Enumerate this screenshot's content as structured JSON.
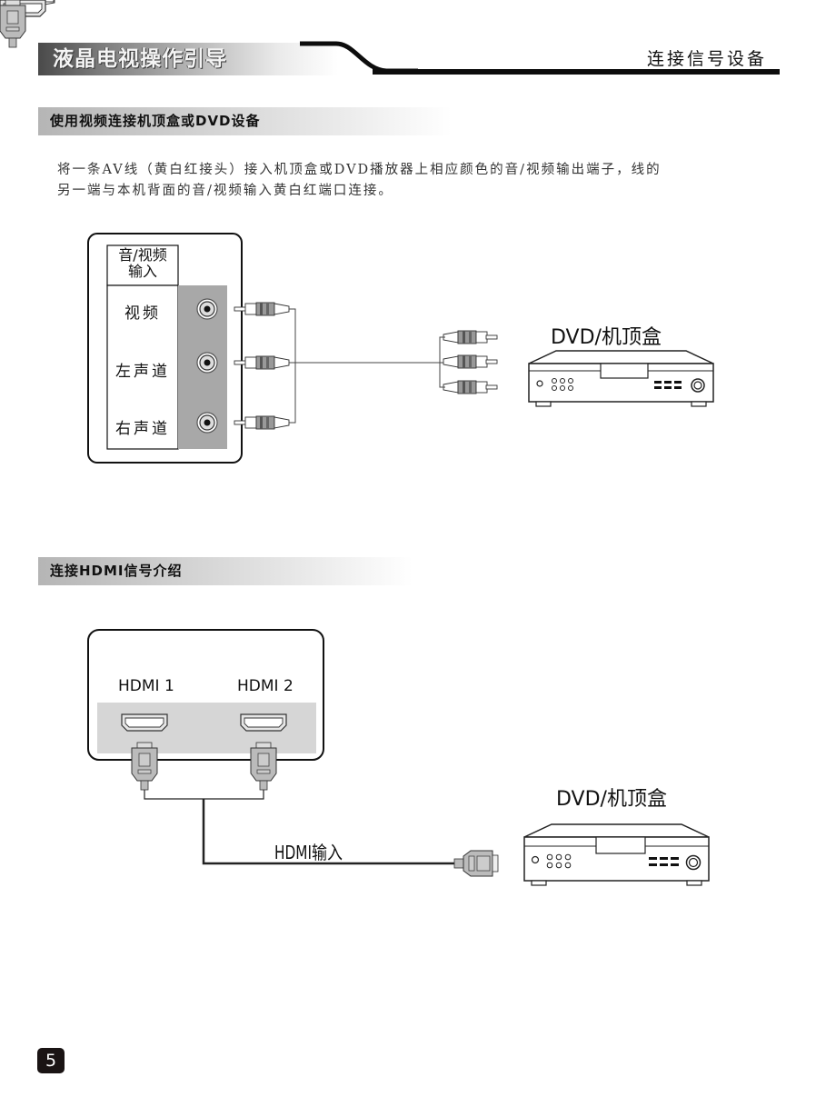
{
  "header": {
    "guide_title": "液晶电视操作引导",
    "section_title": "连接信号设备"
  },
  "section_av": {
    "heading": "使用视频连接机顶盒或DVD设备",
    "paragraph_line1": "将一条AV线（黄白红接头）接入机顶盒或DVD播放器上相应颜色的音/视频输出端子，线的",
    "paragraph_line2": "另一端与本机背面的音/视频输入黄白红端口连接。",
    "panel_header_line1": "音/视频",
    "panel_header_line2": "输入",
    "jacks": [
      {
        "label": "视频",
        "icon": "rca-jack-icon"
      },
      {
        "label": "左声道",
        "icon": "rca-jack-icon"
      },
      {
        "label": "右声道",
        "icon": "rca-jack-icon"
      }
    ],
    "device_label": "DVD/机顶盒"
  },
  "section_hdmi": {
    "heading": "连接HDMI信号介绍",
    "ports": [
      {
        "label": "HDMI 1",
        "icon": "hdmi-port-icon"
      },
      {
        "label": "HDMI 2",
        "icon": "hdmi-port-icon"
      }
    ],
    "cable_label": "HDMI输入",
    "device_label": "DVD/机顶盒"
  },
  "footer": {
    "page_number": "5"
  },
  "colors": {
    "panel_gray": "#a8a8a8",
    "hdmi_panel_gray": "#d6d6d6",
    "header_rule": "#0d0d0d",
    "page_badge": "#1a1414"
  }
}
